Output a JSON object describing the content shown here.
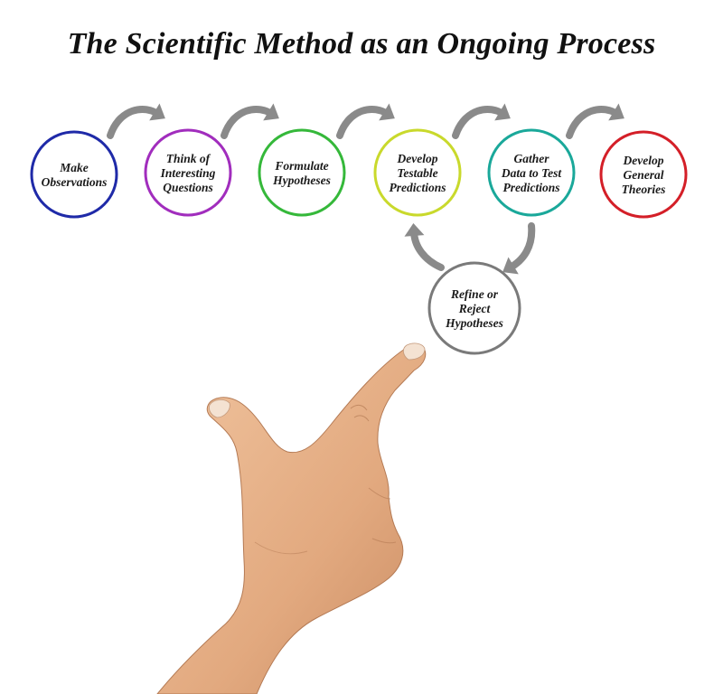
{
  "title": "The Scientific Method as an Ongoing Process",
  "steps": [
    {
      "lines": [
        "Make",
        "Observations"
      ],
      "color": "#1f2aa8"
    },
    {
      "lines": [
        "Think of",
        "Interesting",
        "Questions"
      ],
      "color": "#a12dbd"
    },
    {
      "lines": [
        "Formulate",
        "Hypotheses"
      ],
      "color": "#35b83a"
    },
    {
      "lines": [
        "Develop",
        "Testable",
        "Predictions"
      ],
      "color": "#c9d92c"
    },
    {
      "lines": [
        "Gather",
        "Data to Test",
        "Predictions"
      ],
      "color": "#1aa89a"
    },
    {
      "lines": [
        "Develop",
        "General",
        "Theories"
      ],
      "color": "#d41f28"
    },
    {
      "lines": [
        "Refine or",
        "Reject",
        "Hypotheses"
      ],
      "color": "#7a7a7a"
    }
  ],
  "arrow_color": "#8a8a8a",
  "hand": {
    "skin_color": "#e8b48c",
    "shade_color": "#c98b62"
  }
}
